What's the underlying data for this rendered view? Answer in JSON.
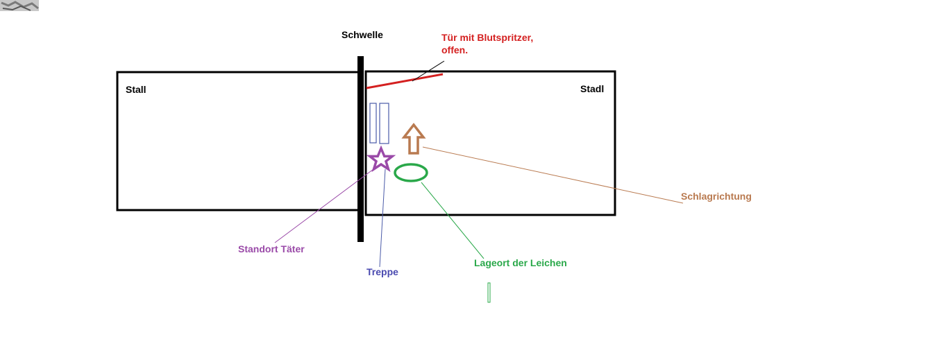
{
  "labels": {
    "stall": "Stall",
    "stadl": "Stadl",
    "schwelle": "Schwelle",
    "tuer_line1": "Tür mit Blutspritzer,",
    "tuer_line2": "offen.",
    "schlagrichtung": "Schlagrichtung",
    "standort_taeter": "Standort Täter",
    "treppe": "Treppe",
    "lageort": "Lageort der Leichen"
  },
  "colors": {
    "outline": "#000000",
    "door": "#d42020",
    "stairs": "#4a5aa8",
    "star": "#9a4aa8",
    "arrow": "#b97a50",
    "body_ellipse": "#2aa84a",
    "schlagrichtung_label": "#b97a50",
    "taeter_label": "#9a4aa8",
    "treppe_label": "#4a4ab0",
    "lageort_label": "#2aa84a",
    "tuer_label": "#d42020"
  },
  "icons": {
    "taeter_marker": "star-icon",
    "direction_marker": "arrow-up-icon",
    "bodies_marker": "ellipse-icon"
  }
}
